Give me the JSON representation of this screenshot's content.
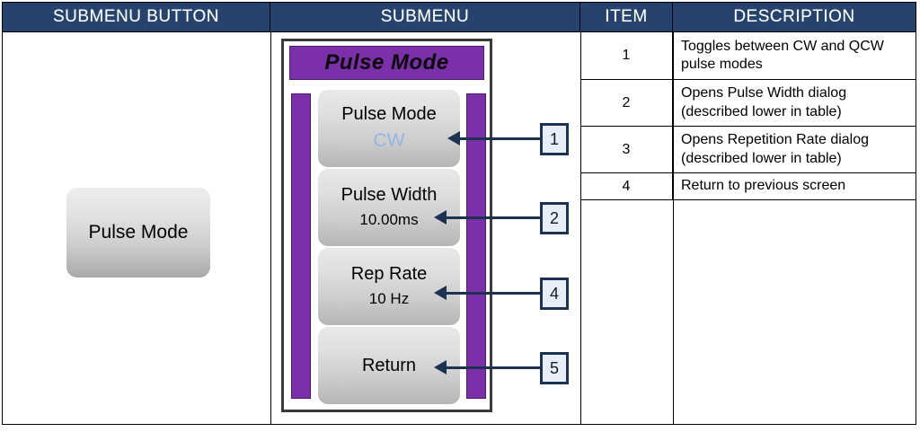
{
  "table": {
    "headers": [
      {
        "label": "SUBMENU BUTTON",
        "name": "submenu-button"
      },
      {
        "label": "SUBMENU",
        "name": "submenu"
      },
      {
        "label": "ITEM",
        "name": "item"
      },
      {
        "label": "DESCRIPTION",
        "name": "description"
      }
    ],
    "header_bg": "#26436e",
    "header_text_color": "#ffffff"
  },
  "submenu_button": {
    "label": "Pulse Mode"
  },
  "device_panel": {
    "title": "Pulse Mode",
    "title_bar_color": "#7b2fa8",
    "sidebar_color": "#7b2fa8",
    "buttons": [
      {
        "label": "Pulse Mode",
        "value": "CW",
        "value_color": "#93b7e4"
      },
      {
        "label": "Pulse Width",
        "value": "10.00ms",
        "value_color": "#000000"
      },
      {
        "label": "Rep Rate",
        "value": "10 Hz",
        "value_color": "#000000"
      },
      {
        "label": "Return",
        "value": "",
        "value_color": "#000000"
      }
    ]
  },
  "callouts": [
    {
      "number": "1"
    },
    {
      "number": "2"
    },
    {
      "number": "4"
    },
    {
      "number": "5"
    }
  ],
  "rows": [
    {
      "item": "1",
      "desc_line1": "Toggles between CW and QCW",
      "desc_line2": "pulse modes"
    },
    {
      "item": "2",
      "desc_line1": "Opens Pulse Width dialog",
      "desc_line2": "(described lower in table)"
    },
    {
      "item": "3",
      "desc_line1": "Opens Repetition Rate dialog",
      "desc_line2": "(described lower in table)"
    },
    {
      "item": "4",
      "desc_line1": "Return to previous screen",
      "desc_line2": ""
    }
  ]
}
